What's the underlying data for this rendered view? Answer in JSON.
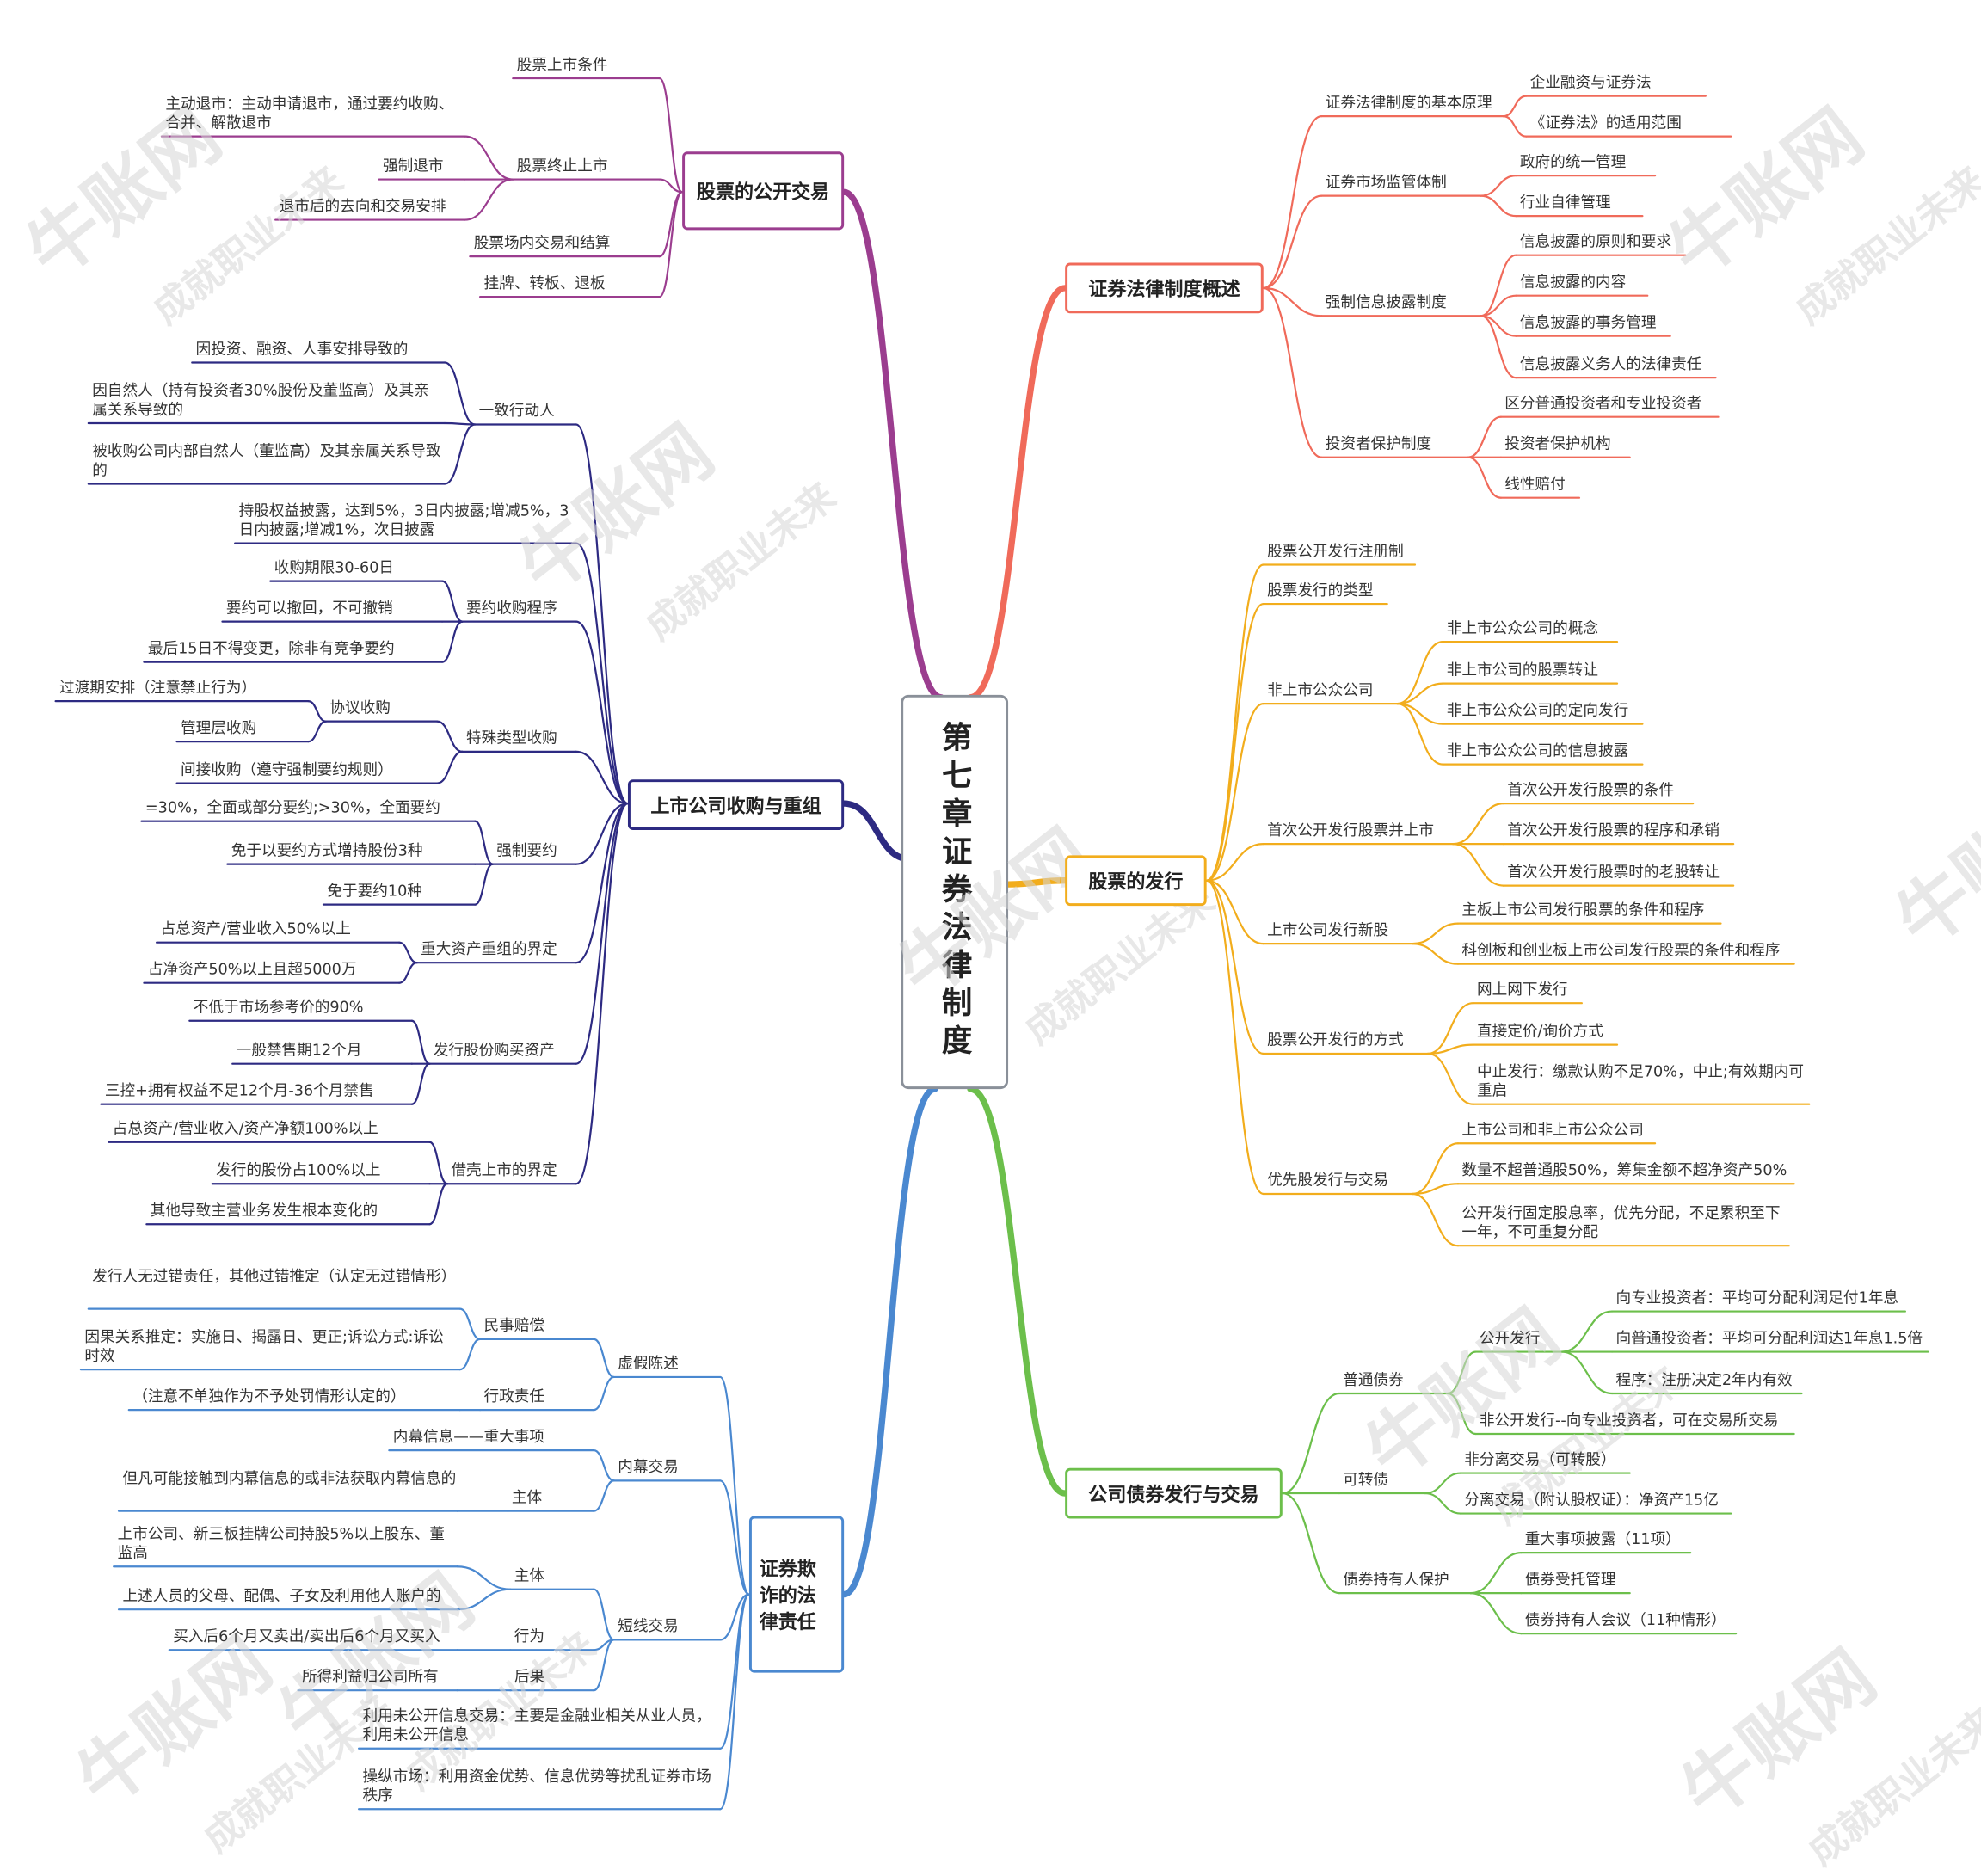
{
  "center": "第七章证券法律制度",
  "watermark": {
    "brand": "牛账网",
    "slogan": "成就职业未来"
  },
  "colors": {
    "purple": "#9b3d8f",
    "navy": "#2d2a82",
    "blue": "#4a88d0",
    "red": "#f06a5a",
    "orange": "#f2ad1c",
    "green": "#6cbf4b"
  },
  "nodes": {
    "b1": "股票的公开交易",
    "b1_1": "股票上市条件",
    "b1_2": "股票终止上市",
    "b1_2a": "主动退市：主动申请退市，通过要约收购、合并、解散退市",
    "b1_2b": "强制退市",
    "b1_2c": "退市后的去向和交易安排",
    "b1_3": "股票场内交易和结算",
    "b1_4": "挂牌、转板、退板",
    "b2": "上市公司收购与重组",
    "b2_1": "一致行动人",
    "b2_1a": "因投资、融资、人事安排导致的",
    "b2_1b": "因自然人（持有投资者30%股份及董监高）及其亲属关系导致的",
    "b2_1c": "被收购公司内部自然人（董监高）及其亲属关系导致的",
    "b2_2": "持股权益披露，达到5%，3日内披露;增减5%，3日内披露;增减1%，次日披露",
    "b2_3": "要约收购程序",
    "b2_3a": "收购期限30-60日",
    "b2_3b": "要约可以撤回，不可撤销",
    "b2_3c": "最后15日不得变更，除非有竞争要约",
    "b2_4": "特殊类型收购",
    "b2_4a": "协议收购",
    "b2_4a1": "过渡期安排（注意禁止行为）",
    "b2_4a2": "管理层收购",
    "b2_4b": "间接收购（遵守强制要约规则）",
    "b2_5": "强制要约",
    "b2_5a": "=30%，全面或部分要约;>30%，全面要约",
    "b2_5b": "免于以要约方式增持股份3种",
    "b2_5c": "免于要约10种",
    "b2_6": "重大资产重组的界定",
    "b2_6a": "占总资产/营业收入50%以上",
    "b2_6b": "占净资产50%以上且超5000万",
    "b2_7": "发行股份购买资产",
    "b2_7a": "不低于市场参考价的90%",
    "b2_7b": "一般禁售期12个月",
    "b2_7c": "三控+拥有权益不足12个月-36个月禁售",
    "b2_8": "借壳上市的界定",
    "b2_8a": "占总资产/营业收入/资产净额100%以上",
    "b2_8b": "发行的股份占100%以上",
    "b2_8c": "其他导致主营业务发生根本变化的",
    "b3": "证券欺诈的法律责任",
    "b3_1": "虚假陈述",
    "b3_1a": "民事赔偿",
    "b3_1a1": "发行人无过错责任，其他过错推定（认定无过错情形）",
    "b3_1a2": "因果关系推定：实施日、揭露日、更正;诉讼方式:诉讼时效",
    "b3_1b": "行政责任",
    "b3_1b1": "（注意不单独作为不予处罚情形认定的）",
    "b3_2": "内幕交易",
    "b3_2a": "内幕信息——重大事项",
    "b3_2b": "主体",
    "b3_2b1": "但凡可能接触到内幕信息的或非法获取内幕信息的",
    "b3_3": "短线交易",
    "b3_3a": "主体",
    "b3_3a1": "上市公司、新三板挂牌公司持股5%以上股东、董监高",
    "b3_3a2": "上述人员的父母、配偶、子女及利用他人账户的",
    "b3_3b": "行为",
    "b3_3b1": "买入后6个月又卖出/卖出后6个月又买入",
    "b3_3c": "后果",
    "b3_3c1": "所得利益归公司所有",
    "b3_4": "利用未公开信息交易：主要是金融业相关从业人员，利用未公开信息",
    "b3_5": "操纵市场：利用资金优势、信息优势等扰乱证券市场秩序",
    "r1": "证券法律制度概述",
    "r1_1": "证券法律制度的基本原理",
    "r1_1a": "企业融资与证券法",
    "r1_1b": "《证券法》的适用范围",
    "r1_2": "证券市场监管体制",
    "r1_2a": "政府的统一管理",
    "r1_2b": "行业自律管理",
    "r1_3": "强制信息披露制度",
    "r1_3a": "信息披露的原则和要求",
    "r1_3b": "信息披露的内容",
    "r1_3c": "信息披露的事务管理",
    "r1_3d": "信息披露义务人的法律责任",
    "r1_4": "投资者保护制度",
    "r1_4a": "区分普通投资者和专业投资者",
    "r1_4b": "投资者保护机构",
    "r1_4c": "线性赔付",
    "r2": "股票的发行",
    "r2_1": "股票公开发行注册制",
    "r2_2": "股票发行的类型",
    "r2_3": "非上市公众公司",
    "r2_3a": "非上市公众公司的概念",
    "r2_3b": "非上市公司的股票转让",
    "r2_3c": "非上市公众公司的定向发行",
    "r2_3d": "非上市公众公司的信息披露",
    "r2_4": "首次公开发行股票并上市",
    "r2_4a": "首次公开发行股票的条件",
    "r2_4b": "首次公开发行股票的程序和承销",
    "r2_4c": "首次公开发行股票时的老股转让",
    "r2_5": "上市公司发行新股",
    "r2_5a": "主板上市公司发行股票的条件和程序",
    "r2_5b": "科创板和创业板上市公司发行股票的条件和程序",
    "r2_6": "股票公开发行的方式",
    "r2_6a": "网上网下发行",
    "r2_6b": "直接定价/询价方式",
    "r2_6c": "中止发行：缴款认购不足70%，中止;有效期内可重启",
    "r2_7": "优先股发行与交易",
    "r2_7a": "上市公司和非上市公众公司",
    "r2_7b": "数量不超普通股50%，筹集金额不超净资产50%",
    "r2_7c": "公开发行固定股息率，优先分配，不足累积至下一年，不可重复分配",
    "r3": "公司债券发行与交易",
    "r3_1": "普通债券",
    "r3_1a": "公开发行",
    "r3_1a1": "向专业投资者：平均可分配利润足付1年息",
    "r3_1a2": "向普通投资者：平均可分配利润达1年息1.5倍",
    "r3_1a3": "程序：注册决定2年内有效",
    "r3_1b": "非公开发行--向专业投资者，可在交易所交易",
    "r3_2": "可转债",
    "r3_2a": "非分离交易（可转股）",
    "r3_2b": "分离交易（附认股权证）：净资产15亿",
    "r3_3": "债券持有人保护",
    "r3_3a": "重大事项披露（11项）",
    "r3_3b": "债券受托管理",
    "r3_3c": "债券持有人会议（11种情形）"
  }
}
